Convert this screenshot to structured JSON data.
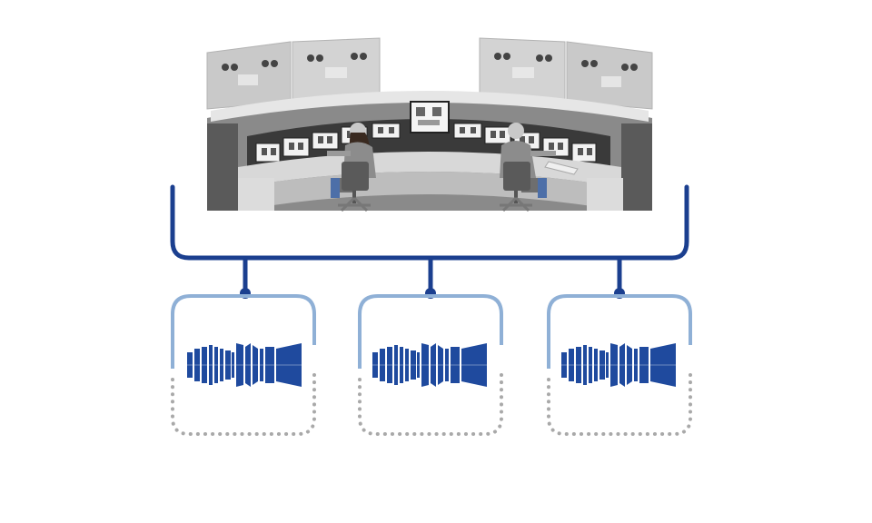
{
  "colors": {
    "background": "#ffffff",
    "bus_dark_blue": "#1b3f8f",
    "bracket_light_blue": "#8fb0d6",
    "dotted_gray": "#a9a9a9",
    "turbine_blue": "#1f4a9e",
    "panel_gray": "#cfcfcf",
    "console_dark": "#555555",
    "screen_black": "#1a1a1a"
  },
  "diagram": {
    "control_room": {
      "icon": "control-room-illustration",
      "operators": 2
    },
    "network_bus": {
      "icon": "network-bus-line"
    },
    "units": [
      {
        "icon": "gas-turbine-icon"
      },
      {
        "icon": "gas-turbine-icon"
      },
      {
        "icon": "gas-turbine-icon"
      }
    ]
  }
}
